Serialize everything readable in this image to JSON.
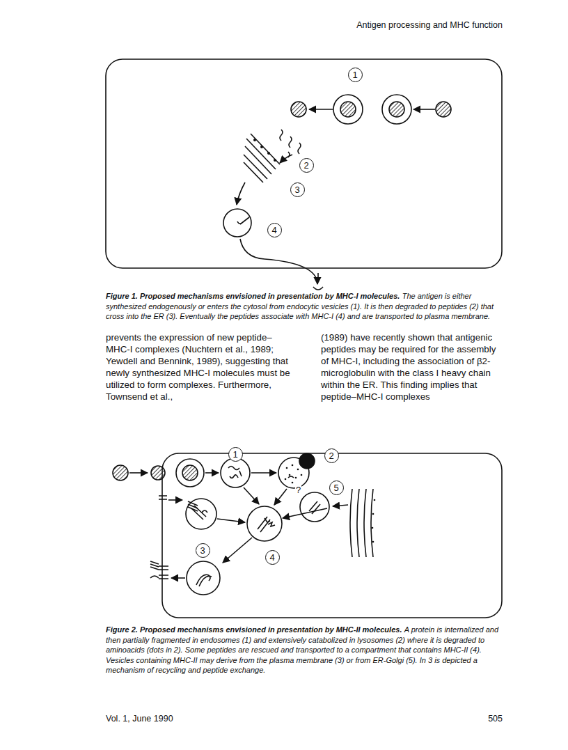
{
  "diagram": {
    "nodes": [
      {
        "text": [
          "1"
        ]
      },
      {
        "text": [
          "2"
        ]
      },
      {
        "text": [
          "3"
        ]
      },
      {
        "text": [
          "4"
        ]
      },
      {
        "text": [
          "1"
        ]
      },
      {
        "text": [
          "2"
        ]
      },
      {
        "text": [
          "3"
        ]
      },
      {
        "text": [
          "4"
        ]
      },
      {
        "text": [
          "5"
        ]
      }
    ],
    "labels": [
      "Antigen processing and MHC function",
      "Figure 1. Proposed mechanisms envisioned in presentation by MHC-I molecules.",
      "The antigen is either synthesized endogenously or enters the cytosol from endocytic vesicles (1). It is then degraded to peptides (2) that cross into the ER (3). Eventually the peptides associate with MHC-I (4) and are transported to plasma membrane.",
      "prevents the expression of new peptide–MHC-I complexes (Nuchtern et al., 1989; Yewdell and Bennink, 1989), suggesting that newly synthesized MHC-I molecules must be utilized to form complexes. Furthermore, Townsend et al.,",
      "(1989) have recently shown that antigenic peptides may be required for the assembly of MHC-I, including the association of β2-microglobulin with the class I heavy chain within the ER. This finding implies that peptide–MHC-I complexes",
      "?",
      "Figure 2. Proposed mechanisms envisioned in presentation by MHC-II molecules.",
      "A protein is internalized and then partially fragmented in endosomes (1) and extensively catabolized in lysosomes (2) where it is degraded to aminoacids (dots in 2). Some peptides are rescued and transported to a compartment that contains MHC-II (4). Vesicles containing MHC-II may derive from the plasma membrane (3) or from ER-Golgi (5). In 3 is depicted a mechanism of recycling and peptide exchange.",
      "Vol. 1, June 1990",
      "505"
    ]
  }
}
